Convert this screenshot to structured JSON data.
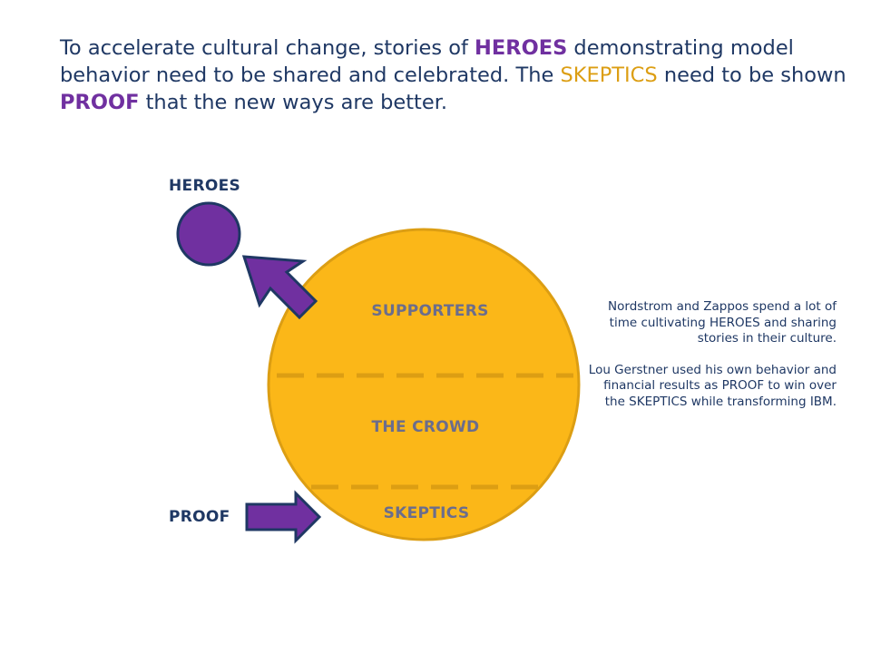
{
  "headline": {
    "part1": "To accelerate cultural change, stories of ",
    "heroes": "HEROES",
    "part2": " demonstrating model behavior need to be shared and celebrated.  The ",
    "skeptics": "SKEPTICS",
    "part3": " need to be shown ",
    "proof": "PROOF",
    "part4": " that the new ways are better."
  },
  "labels": {
    "heroes": "HEROES",
    "proof": "PROOF"
  },
  "circle": {
    "supporters": "SUPPORTERS",
    "crowd": "THE CROWD",
    "skeptics": "SKEPTICS"
  },
  "note": {
    "para1": "Nordstrom and Zappos spend a lot of time cultivating HEROES and sharing stories in their culture.",
    "para2": "Lou Gerstner used his own behavior and financial results as PROOF to win over the SKEPTICS while transforming IBM."
  },
  "colors": {
    "circle_fill": "#fbb718",
    "circle_stroke": "#dc9e13",
    "purple_fill": "#7030a0",
    "navy": "#1f3864"
  }
}
